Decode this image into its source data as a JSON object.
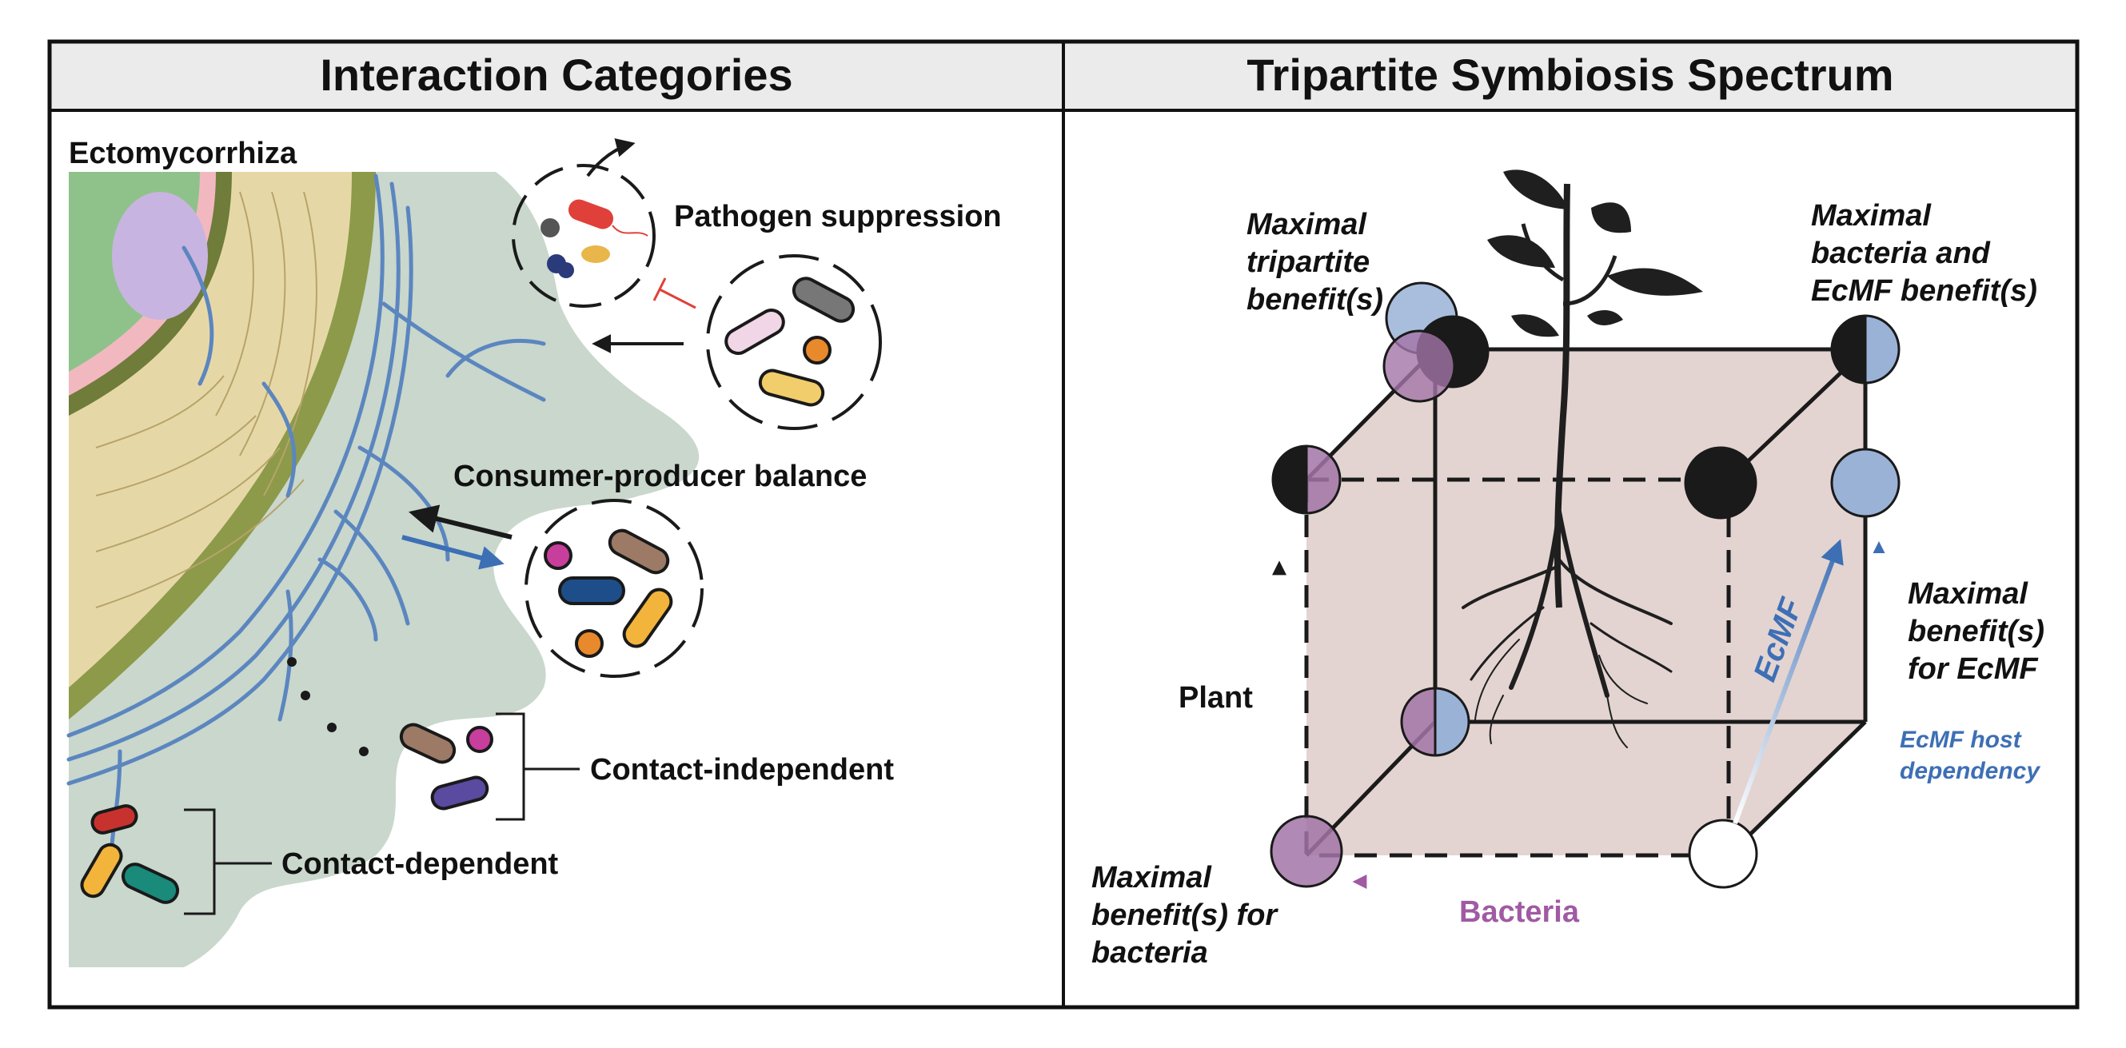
{
  "panels": {
    "left": {
      "title": "Interaction Categories",
      "section_label": "Ectomycorrhiza",
      "labels": {
        "pathogen": "Pathogen suppression",
        "balance": "Consumer-producer balance",
        "independent": "Contact-independent",
        "dependent": "Contact-dependent"
      }
    },
    "right": {
      "title": "Tripartite Symbiosis Spectrum",
      "corners": {
        "tripartite": [
          "Maximal",
          "tripartite",
          "benefit(s)"
        ],
        "bacteria_ecmf": [
          "Maximal",
          "bacteria and",
          "EcMF benefit(s)"
        ],
        "ecmf": [
          "Maximal",
          "benefit(s)",
          "for EcMF"
        ],
        "bacteria": [
          "Maximal",
          "benefit(s) for",
          "bacteria"
        ]
      },
      "axes": {
        "plant": "Plant",
        "bacteria": "Bacteria",
        "ecmf": "EcMF",
        "ecmf_host_dependency": [
          "EcMF host",
          "dependency"
        ]
      }
    }
  },
  "colors": {
    "header_bg": "#ebebeb",
    "soil_green": "#c9d7cc",
    "hyphae_blue": "#5b86bf",
    "root_tan": "#e6d8a6",
    "cube_fill": "#d9c5c1",
    "purple": "#a274a7",
    "light_blue": "#9ab2d6",
    "black": "#1a1a1a",
    "ecmf_arrow": "#3d6fb5",
    "bacteria_arrow": "#a05aa3"
  }
}
